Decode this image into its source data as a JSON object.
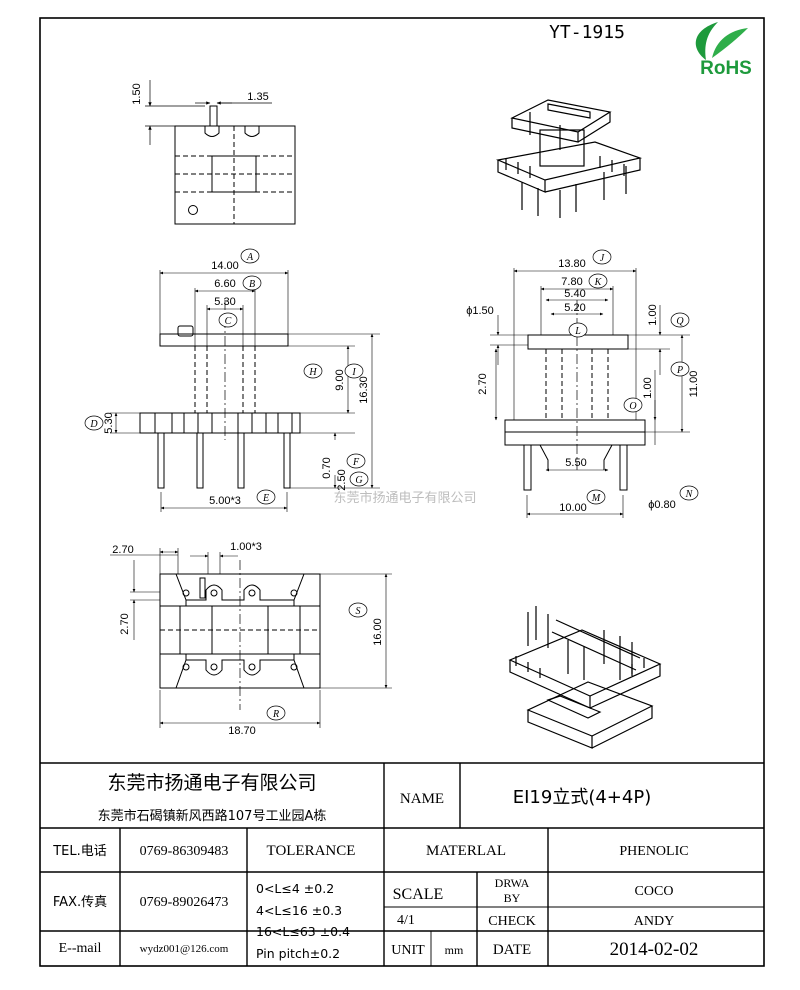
{
  "drawing": {
    "part_no": "YT-1915",
    "logo_text": "RoHS",
    "watermark": "东莞市扬通电子有限公司",
    "dims": {
      "top_h": "1.50",
      "top_w": "1.35",
      "a_val": "14.00",
      "b_val": "6.60",
      "c_val": "5.30",
      "h_val": "9.00",
      "i_val": "16.30",
      "d_val": "5.30",
      "f_val": "0.70",
      "g_val": "2.50",
      "e_val": "5.00*3",
      "j_val": "13.80",
      "k_val": "7.80",
      "k2_val": "5.40",
      "l_val": "5.20",
      "pin_dia": "ϕ1.50",
      "q_val": "1.00",
      "left_270": "2.70",
      "o_val": "1.00",
      "p_val": "11.00",
      "m2_val": "5.50",
      "m_val": "10.00",
      "n_val": "ϕ0.80",
      "b1_270": "2.70",
      "pitch": "1.00*3",
      "b2_270": "2.70",
      "s_val": "16.00",
      "r_val": "18.70"
    },
    "balloons": {
      "A": "A",
      "B": "B",
      "C": "C",
      "D": "D",
      "E": "E",
      "F": "F",
      "G": "G",
      "H": "H",
      "I": "I",
      "J": "J",
      "K": "K",
      "L": "L",
      "M": "M",
      "N": "N",
      "O": "O",
      "P": "P",
      "Q": "Q",
      "R": "R",
      "S": "S"
    }
  },
  "title_block": {
    "company": "东莞市扬通电子有限公司",
    "address": "东莞市石碣镇新风西路107号工业园A栋",
    "name_label": "NAME",
    "name_value": "EI19立式(4+4P)",
    "tel_label": "TEL.电话",
    "tel_value": "0769-86309483",
    "tolerance_label": "TOLERANCE",
    "material_label": "MATERLAL",
    "material_value": "PHENOLIC",
    "fax_label": "FAX.传真",
    "fax_value": "0769-89026473",
    "tol_1": "0<L≤4   ±0.2",
    "tol_2": "4<L≤16  ±0.3",
    "tol_3": "16<L≤63 ±0.4",
    "tol_4": "Pin pitch±0.2",
    "scale_label": "SCALE",
    "scale_value": "4/1",
    "drawn_label_1": "DRWA",
    "drawn_label_2": "BY",
    "drawn_value": "COCO",
    "check_label": "CHECK",
    "check_value": "ANDY",
    "email_label": "E--mail",
    "email_value": "wydz001@126.com",
    "unit_label": "UNIT",
    "unit_value": "mm",
    "date_label": "DATE",
    "date_value": "2014-02-02"
  }
}
